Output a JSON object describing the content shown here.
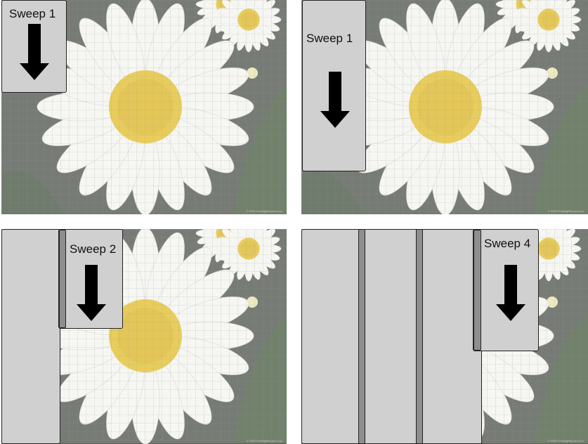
{
  "panels": [
    {
      "label": "Sweep 1",
      "credit": "© 2009 FreeBigPictures.com"
    },
    {
      "label": "Sweep 1",
      "credit": "© 2009 FreeBigPictures.com"
    },
    {
      "label": "Sweep 2",
      "credit": "© 2009 FreeBigPictures.com"
    },
    {
      "label": "Sweep 4",
      "credit": "© 2009 FreeBigPictures.com"
    }
  ],
  "colors": {
    "background": "#5a5f57",
    "petal": "#f4f4f0",
    "center": "#e3c23a",
    "sweep_fill": "#d0d0d0",
    "sweep_edge": "#8e8e8e",
    "arrow": "#000000"
  }
}
